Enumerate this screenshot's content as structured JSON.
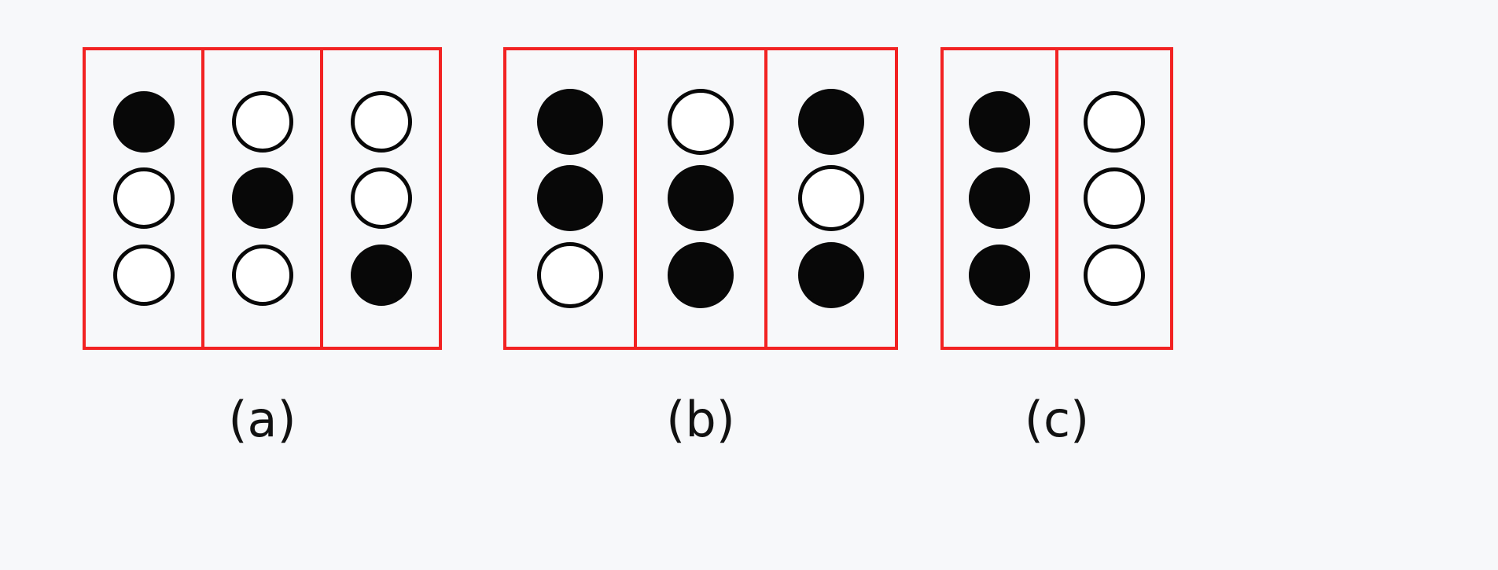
{
  "figure": {
    "background_color": "#f7f8fa",
    "box_border_color": "#f22222",
    "disc_black_color": "#080808",
    "disc_white_color": "#ffffff",
    "disc_outline_color": "#080808",
    "rows_per_column": 3
  },
  "groups": [
    {
      "id": "a",
      "label": "(a)",
      "column_count": 3,
      "columns": [
        {
          "index": 1,
          "discs": [
            "black",
            "white",
            "white"
          ]
        },
        {
          "index": 2,
          "discs": [
            "white",
            "black",
            "white"
          ]
        },
        {
          "index": 3,
          "discs": [
            "white",
            "white",
            "black"
          ]
        }
      ]
    },
    {
      "id": "b",
      "label": "(b)",
      "column_count": 3,
      "columns": [
        {
          "index": 1,
          "discs": [
            "black",
            "black",
            "white"
          ]
        },
        {
          "index": 2,
          "discs": [
            "white",
            "black",
            "black"
          ]
        },
        {
          "index": 3,
          "discs": [
            "black",
            "white",
            "black"
          ]
        }
      ]
    },
    {
      "id": "c",
      "label": "(c)",
      "column_count": 2,
      "columns": [
        {
          "index": 1,
          "discs": [
            "black",
            "black",
            "black"
          ]
        },
        {
          "index": 2,
          "discs": [
            "white",
            "white",
            "white"
          ]
        }
      ]
    }
  ],
  "chart_data": {
    "type": "table",
    "title": "",
    "xlabel": "",
    "ylabel": "",
    "description": "Three labelled panels of boxed columns; each cell holds a filled (black) or unfilled (white) disc arranged in 3 rows.",
    "legend": [
      {
        "name": "black",
        "meaning": "filled disc"
      },
      {
        "name": "white",
        "meaning": "unfilled disc"
      }
    ],
    "panels": [
      {
        "label": "(a)",
        "matrix_rows_by_columns": [
          [
            "black",
            "white",
            "white"
          ],
          [
            "white",
            "black",
            "white"
          ],
          [
            "white",
            "white",
            "black"
          ]
        ],
        "black_counts_per_column": [
          1,
          1,
          1
        ],
        "white_counts_per_column": [
          2,
          2,
          2
        ]
      },
      {
        "label": "(b)",
        "matrix_rows_by_columns": [
          [
            "black",
            "white",
            "black"
          ],
          [
            "black",
            "black",
            "white"
          ],
          [
            "white",
            "black",
            "black"
          ]
        ],
        "black_counts_per_column": [
          2,
          2,
          2
        ],
        "white_counts_per_column": [
          1,
          1,
          1
        ]
      },
      {
        "label": "(c)",
        "matrix_rows_by_columns": [
          [
            "black",
            "white"
          ],
          [
            "black",
            "white"
          ],
          [
            "black",
            "white"
          ]
        ],
        "black_counts_per_column": [
          3,
          0
        ],
        "white_counts_per_column": [
          0,
          3
        ]
      }
    ]
  }
}
